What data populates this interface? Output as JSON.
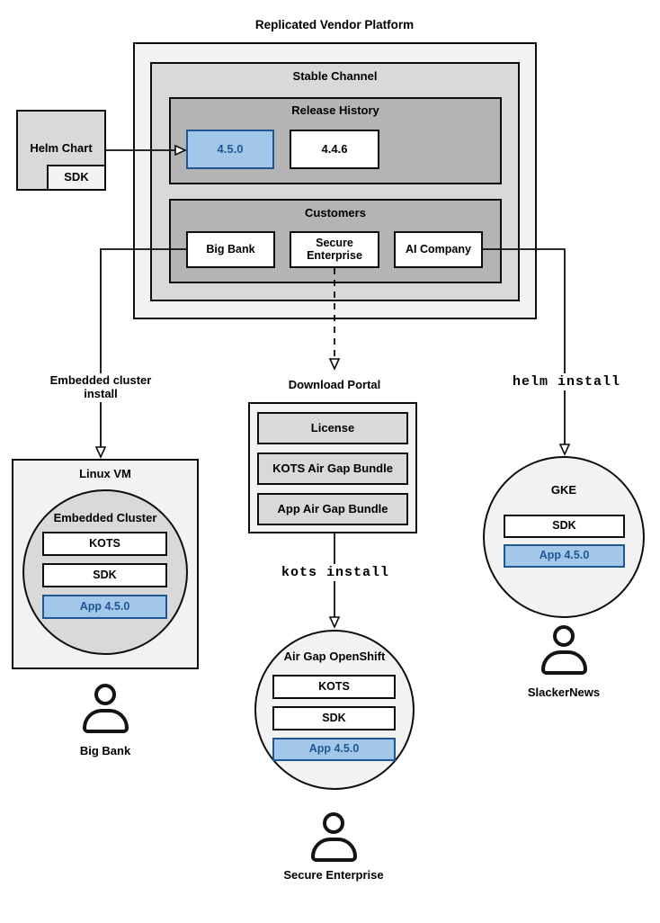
{
  "title": "Replicated Vendor Platform",
  "platform": {
    "stable_channel": {
      "label": "Stable Channel",
      "release_history": {
        "label": "Release History",
        "releases": [
          "4.5.0",
          "4.4.6"
        ]
      },
      "customers": {
        "label": "Customers",
        "items": [
          "Big Bank",
          "Secure Enterprise",
          "AI Company"
        ]
      }
    }
  },
  "helm_chart": {
    "label": "Helm Chart",
    "sdk": "SDK"
  },
  "arrows": {
    "embedded_install": "Embedded cluster install",
    "helm_install": "helm install",
    "kots_install": "kots install"
  },
  "download_portal": {
    "label": "Download Portal",
    "items": [
      "License",
      "KOTS Air Gap Bundle",
      "App Air Gap Bundle"
    ]
  },
  "linux_vm": {
    "label": "Linux VM",
    "cluster_label": "Embedded Cluster",
    "components": [
      "KOTS",
      "SDK",
      "App 4.5.0"
    ],
    "user": "Big Bank"
  },
  "openshift": {
    "label": "Air Gap OpenShift",
    "components": [
      "KOTS",
      "SDK",
      "App 4.5.0"
    ],
    "user": "Secure Enterprise"
  },
  "gke": {
    "label": "GKE",
    "components": [
      "SDK",
      "App 4.5.0"
    ],
    "user": "SlackerNews"
  },
  "colors": {
    "highlight_fill": "#a3c7e8",
    "highlight_border": "#1f5795",
    "highlight_text": "#1f5795",
    "box_light": "#f2f2f2",
    "box_mid": "#d9d9d9",
    "box_dark": "#b4b4b4"
  }
}
